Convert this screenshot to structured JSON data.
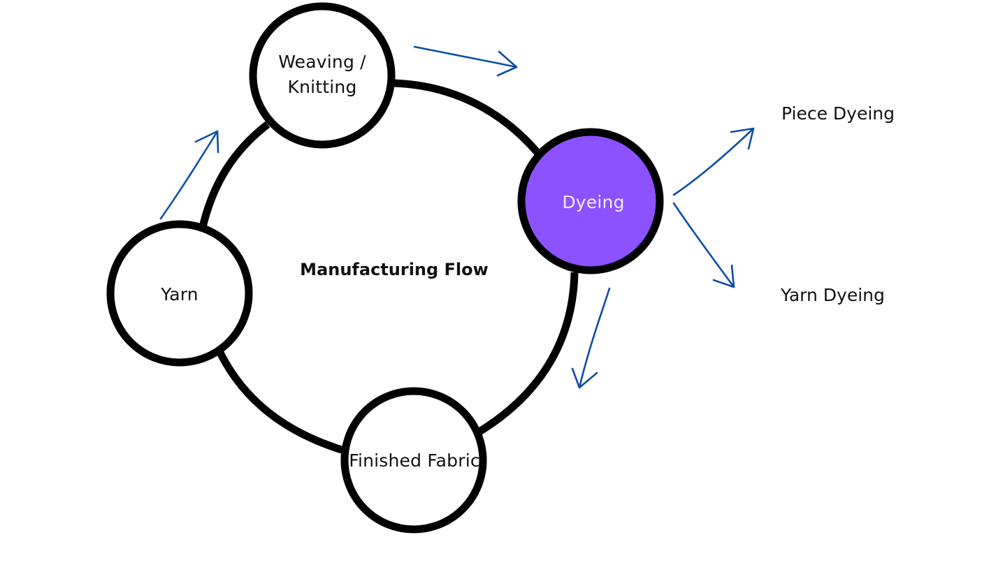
{
  "diagram": {
    "type": "cycle-flow",
    "title": "Manufacturing Flow",
    "colors": {
      "ring": "#000000",
      "node_fill": "#ffffff",
      "highlight_fill": "#8c52ff",
      "highlight_text": "#f4e8ff",
      "arrow": "#0c4ea6",
      "text": "#111111"
    },
    "nodes": [
      {
        "id": "weaving",
        "label_line1": "Weaving /",
        "label_line2": "Knitting",
        "highlighted": false
      },
      {
        "id": "dyeing",
        "label": "Dyeing",
        "highlighted": true
      },
      {
        "id": "finished",
        "label": "Finished Fabric",
        "highlighted": false
      },
      {
        "id": "yarn",
        "label": "Yarn",
        "highlighted": false
      }
    ],
    "branches": [
      {
        "from": "dyeing",
        "label": "Piece Dyeing"
      },
      {
        "from": "dyeing",
        "label": "Yarn Dyeing"
      }
    ],
    "edges": [
      {
        "from": "yarn",
        "to": "weaving"
      },
      {
        "from": "weaving",
        "to": "dyeing"
      },
      {
        "from": "dyeing",
        "to": "finished"
      },
      {
        "from": "dyeing",
        "to": "piece-dyeing"
      },
      {
        "from": "dyeing",
        "to": "yarn-dyeing"
      }
    ]
  }
}
